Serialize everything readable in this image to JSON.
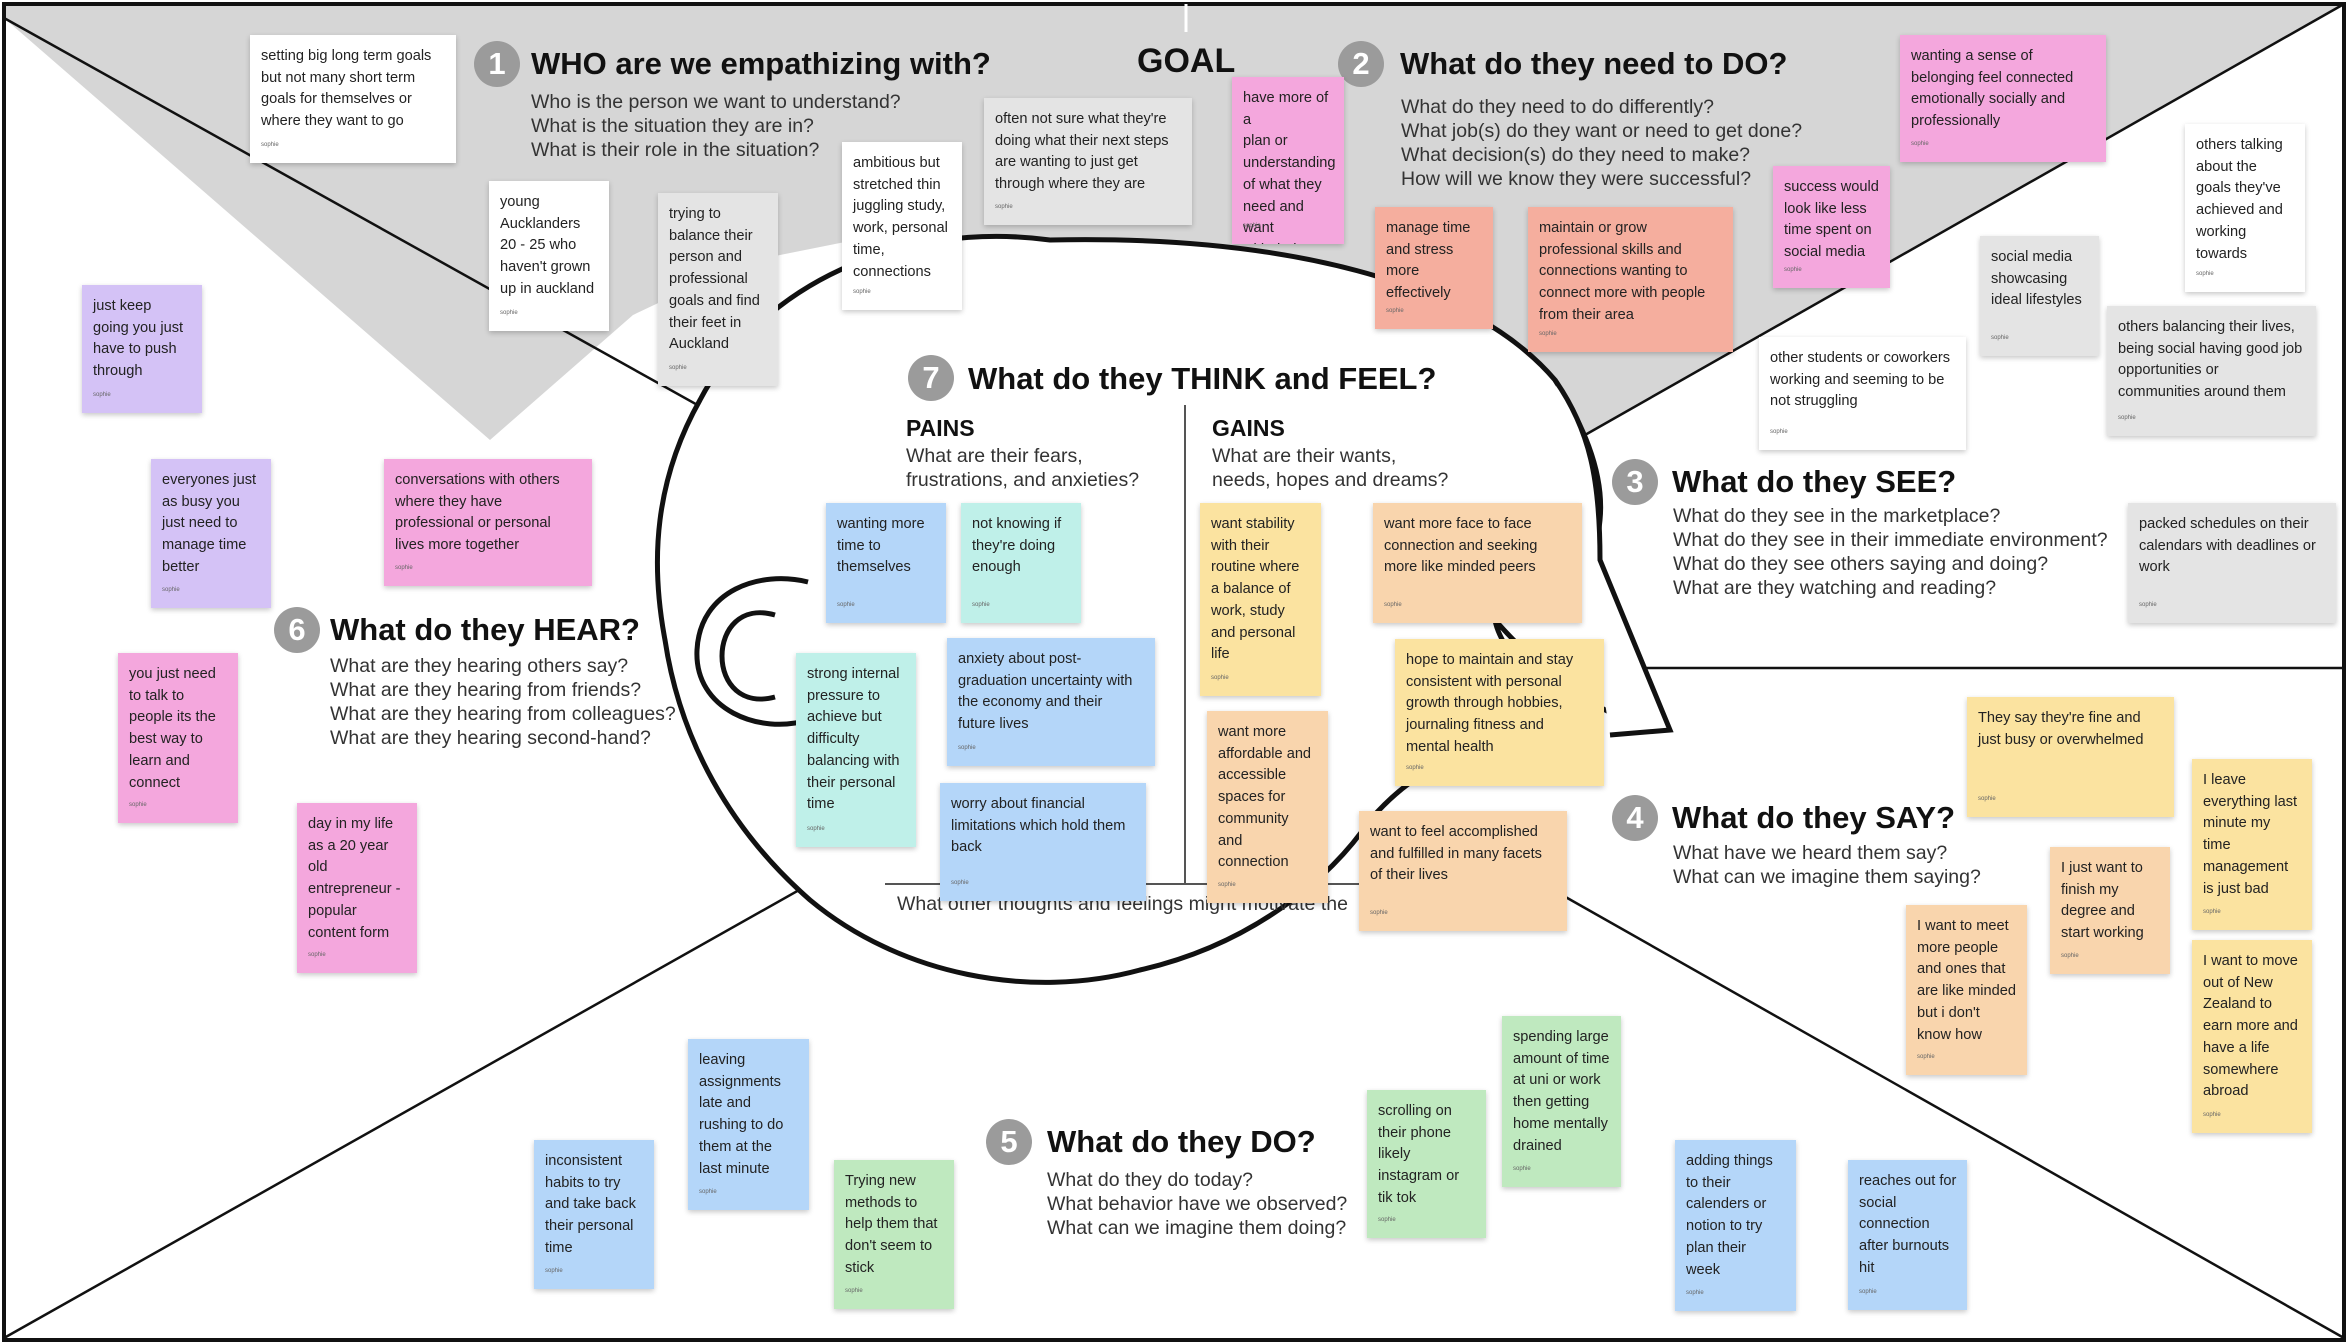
{
  "goal_label": "GOAL",
  "sections": {
    "who": {
      "num": "1",
      "title": "WHO are we empathizing with?",
      "questions": [
        "Who is the person we want to understand?",
        "What is the situation they are in?",
        "What is their role in the situation?"
      ]
    },
    "do_need": {
      "num": "2",
      "title": "What do they need to DO?",
      "questions": [
        "What do they need to do differently?",
        "What job(s) do they want or need to get done?",
        "What decision(s) do they need to make?",
        "How will we know they were successful?"
      ]
    },
    "see": {
      "num": "3",
      "title": "What do they SEE?",
      "questions": [
        "What do they see in the marketplace?",
        "What do they see in their immediate environment?",
        "What do they see others saying and doing?",
        "What are they watching and reading?"
      ]
    },
    "say": {
      "num": "4",
      "title": "What do they SAY?",
      "questions": [
        "What have we heard them say?",
        "What can we imagine them saying?"
      ]
    },
    "do": {
      "num": "5",
      "title": "What do they DO?",
      "questions": [
        "What do they do today?",
        "What behavior have we observed?",
        "What can we imagine them doing?"
      ]
    },
    "hear": {
      "num": "6",
      "title": "What do they HEAR?",
      "questions": [
        "What are they hearing others say?",
        "What are they hearing from friends?",
        "What are they hearing from colleagues?",
        "What are they hearing second-hand?"
      ]
    },
    "think": {
      "num": "7",
      "title": "What do they THINK and FEEL?",
      "bottom_question": "What other thoughts and feelings might motivate the"
    },
    "pains": {
      "title": "PAINS",
      "questions": [
        "What are their fears,",
        "frustrations, and anxieties?"
      ]
    },
    "gains": {
      "title": "GAINS",
      "questions": [
        "What are their wants,",
        "needs, hopes and dreams?"
      ]
    }
  },
  "notes": [
    {
      "id": "n1",
      "color": "white",
      "text": "setting big long term goals\nbut not many short term\ngoals for themselves or\nwhere they want to go",
      "author": "sophie"
    },
    {
      "id": "n2",
      "color": "white",
      "text": "young\nAucklanders\n20 - 25 who\nhaven't grown\nup in auckland",
      "author": "sophie"
    },
    {
      "id": "n3",
      "color": "gray",
      "text": "trying to\nbalance their\nperson and\nprofessional\ngoals and find\ntheir feet in\nAuckland",
      "author": "sophie"
    },
    {
      "id": "n4",
      "color": "white",
      "text": "ambitious but\nstretched thin\njuggling study,\nwork, personal\ntime,\nconnections",
      "author": "sophie"
    },
    {
      "id": "n5",
      "color": "gray",
      "text": "often not sure what they're\ndoing what their next steps\nare wanting to just get\nthrough where they are",
      "author": "sophie"
    },
    {
      "id": "n6",
      "color": "pink",
      "text": "have more of a\nplan or\nunderstanding\nof what they\nneed and want\nwith their lives",
      "author": "sophie"
    },
    {
      "id": "n7",
      "color": "salmon",
      "text": "manage time\nand stress\nmore\neffectively",
      "author": "sophie"
    },
    {
      "id": "n8",
      "color": "salmon",
      "text": "maintain or grow\nprofessional skills and\nconnections wanting to\nconnect more with people\nfrom their area",
      "author": "sophie"
    },
    {
      "id": "n9",
      "color": "pink",
      "text": "success would\nlook like less\ntime spent on\nsocial media",
      "author": "sophie"
    },
    {
      "id": "n10",
      "color": "pink",
      "text": "wanting a sense of\nbelonging feel connected\nemotionally socially and\nprofessionally",
      "author": "sophie"
    },
    {
      "id": "n11",
      "color": "white",
      "text": "others talking\nabout the\ngoals they've\nachieved and\nworking\ntowards",
      "author": "sophie"
    },
    {
      "id": "n12",
      "color": "gray",
      "text": "social media\nshowcasing\nideal lifestyles",
      "author": "sophie"
    },
    {
      "id": "n13",
      "color": "white",
      "text": "other students or coworkers\nworking and seeming to be\nnot struggling",
      "author": "sophie"
    },
    {
      "id": "n14",
      "color": "gray",
      "text": "others balancing their lives,\nbeing social having good job\nopportunities or\ncommunities around them",
      "author": "sophie"
    },
    {
      "id": "n15",
      "color": "gray",
      "text": "packed schedules on their\ncalendars with deadlines or\nwork",
      "author": "sophie"
    },
    {
      "id": "n16",
      "color": "purple",
      "text": "just keep\ngoing you just\nhave to push\nthrough",
      "author": "sophie"
    },
    {
      "id": "n17",
      "color": "purple",
      "text": "everyones just\nas busy you\njust need to\nmanage time\nbetter",
      "author": "sophie"
    },
    {
      "id": "n18",
      "color": "pink",
      "text": "conversations with others\nwhere they have\nprofessional or personal\nlives more together",
      "author": "sophie"
    },
    {
      "id": "n19",
      "color": "pink",
      "text": "you just need\nto talk to\npeople its the\nbest way to\nlearn and\nconnect",
      "author": "sophie"
    },
    {
      "id": "n20",
      "color": "pink",
      "text": "day in my life\nas a 20 year\nold\nentrepreneur -\npopular\ncontent form",
      "author": "sophie"
    },
    {
      "id": "n21",
      "color": "blue",
      "text": "wanting more\ntime to\nthemselves",
      "author": "sophie"
    },
    {
      "id": "n22",
      "color": "teal",
      "text": "not knowing if\nthey're doing\nenough",
      "author": "sophie"
    },
    {
      "id": "n23",
      "color": "teal",
      "text": "strong internal\npressure to\nachieve but\ndifficulty\nbalancing with\ntheir personal\ntime",
      "author": "sophie"
    },
    {
      "id": "n24",
      "color": "blue",
      "text": "anxiety about post-\ngraduation uncertainty with\nthe economy and their\nfuture lives",
      "author": "sophie"
    },
    {
      "id": "n25",
      "color": "blue",
      "text": "worry about financial\nlimitations which hold them\nback",
      "author": "sophie"
    },
    {
      "id": "n26",
      "color": "yellow",
      "text": "want stability\nwith their\nroutine where\na balance of\nwork, study\nand personal\nlife",
      "author": "sophie"
    },
    {
      "id": "n27",
      "color": "orange",
      "text": "want more face to face\nconnection and seeking\nmore like minded peers",
      "author": "sophie"
    },
    {
      "id": "n28",
      "color": "yellow",
      "text": "hope to maintain and stay\nconsistent with personal\ngrowth through hobbies,\njournaling fitness and\nmental health",
      "author": "sophie"
    },
    {
      "id": "n29",
      "color": "orange",
      "text": "want more\naffordable and\naccessible\nspaces for\ncommunity\nand\nconnection",
      "author": "sophie"
    },
    {
      "id": "n30",
      "color": "orange",
      "text": "want to feel accomplished\nand fulfilled in many facets\nof their lives",
      "author": "sophie"
    },
    {
      "id": "n31",
      "color": "yellow",
      "text": "They say they're fine and\njust busy or overwhelmed",
      "author": "sophie"
    },
    {
      "id": "n32",
      "color": "yellow",
      "text": "I leave\neverything last\nminute my\ntime\nmanagement\nis just bad",
      "author": "sophie"
    },
    {
      "id": "n33",
      "color": "orange",
      "text": "I just want to\nfinish my\ndegree and\nstart working",
      "author": "sophie"
    },
    {
      "id": "n34",
      "color": "orange",
      "text": "I want to meet\nmore people\nand ones that\nare like minded\nbut i don't\nknow how",
      "author": "sophie"
    },
    {
      "id": "n35",
      "color": "yellow",
      "text": "I want to move\nout of New\nZealand to\nearn more and\nhave a life\nsomewhere\nabroad",
      "author": "sophie"
    },
    {
      "id": "n36",
      "color": "blue",
      "text": "inconsistent\nhabits to try\nand take back\ntheir personal\ntime",
      "author": "sophie"
    },
    {
      "id": "n37",
      "color": "blue",
      "text": "leaving\nassignments\nlate and\nrushing to do\nthem at the\nlast minute",
      "author": "sophie"
    },
    {
      "id": "n38",
      "color": "green",
      "text": "Trying new\nmethods to\nhelp them that\ndon't seem to\nstick",
      "author": "sophie"
    },
    {
      "id": "n39",
      "color": "green",
      "text": "scrolling on\ntheir phone\nlikely\ninstagram or\ntik tok",
      "author": "sophie"
    },
    {
      "id": "n40",
      "color": "green",
      "text": "spending large\namount of time\nat uni or work\nthen getting\nhome mentally\ndrained",
      "author": "sophie"
    },
    {
      "id": "n41",
      "color": "blue",
      "text": "adding things\nto their\ncalenders or\nnotion to try\nplan their\nweek",
      "author": "sophie"
    },
    {
      "id": "n42",
      "color": "blue",
      "text": "reaches out for\nsocial\nconnection\nafter burnouts\nhit",
      "author": "sophie"
    }
  ]
}
